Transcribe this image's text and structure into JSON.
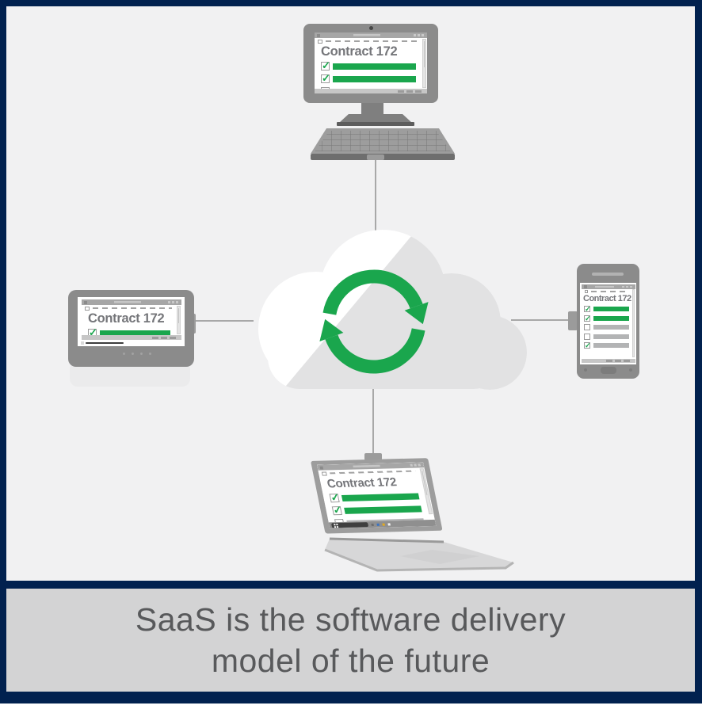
{
  "caption": {
    "line1": "SaaS is the software delivery",
    "line2": "model of the future"
  },
  "document": {
    "heading": "Contract 172"
  },
  "devices": {
    "desktop": {
      "label": "desktop computer",
      "checklist": [
        {
          "checked": true,
          "filled": true
        },
        {
          "checked": true,
          "filled": true
        },
        {
          "checked": false,
          "filled": false
        },
        {
          "checked": false,
          "filled": false
        }
      ]
    },
    "tablet": {
      "label": "tablet",
      "checklist": [
        {
          "checked": true,
          "filled": true
        },
        {
          "checked": true,
          "filled": true
        },
        {
          "checked": false,
          "filled": false
        },
        {
          "checked": false,
          "filled": false
        }
      ]
    },
    "smartphone": {
      "label": "smartphone",
      "checklist": [
        {
          "checked": true,
          "filled": true
        },
        {
          "checked": true,
          "filled": true
        },
        {
          "checked": false,
          "filled": false
        },
        {
          "checked": false,
          "filled": false
        },
        {
          "checked": true,
          "filled": false
        }
      ]
    },
    "laptop": {
      "label": "laptop",
      "checklist": [
        {
          "checked": true,
          "filled": true
        },
        {
          "checked": true,
          "filled": true
        },
        {
          "checked": false,
          "filled": false
        },
        {
          "checked": false,
          "filled": false
        }
      ]
    }
  },
  "icons": {
    "check_glyph": "✓",
    "cloud": "cloud-icon",
    "sync": "sync-arrows-icon",
    "windows": "windows-logo-icon"
  },
  "colors": {
    "navy": "#01214f",
    "panel": "#f1f1f2",
    "caption-bg": "#d3d3d4",
    "caption-text": "#58595b",
    "green": "#1aa64d",
    "device": "#8b8b8b",
    "device-dark": "#6e6e6e",
    "bar-gray": "#b3b4b5",
    "cloud-gray": "#e2e2e3",
    "line": "#a8a8a8",
    "doc-heading": "#75767a"
  }
}
